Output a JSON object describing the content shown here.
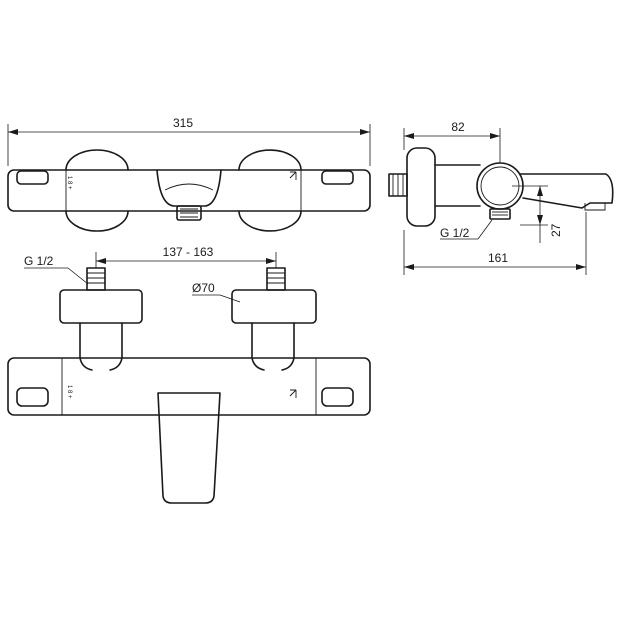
{
  "dimensions": {
    "overall_length": "315",
    "side_depth": "82",
    "inlet_thread_top": "G 1/2",
    "inlet_centers": "137 - 163",
    "flange_diameter": "Ø70",
    "side_thread": "G 1/2",
    "outlet_height": "27",
    "side_total_depth": "161"
  },
  "scale_marks": {
    "top_view": "1 8 +",
    "front_view": "1 8 +"
  }
}
